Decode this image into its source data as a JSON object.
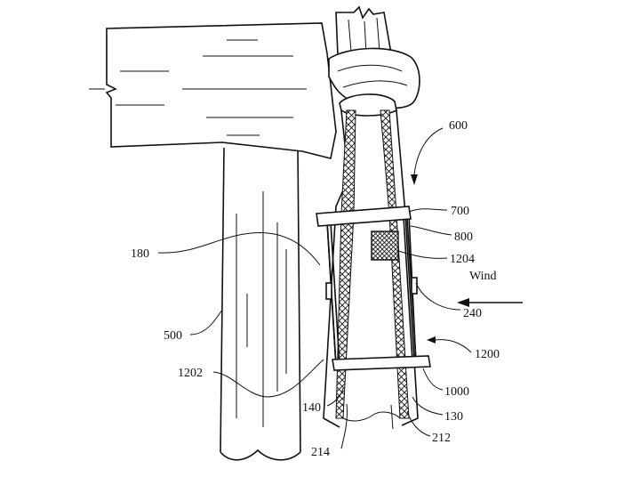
{
  "labels": {
    "l600": "600",
    "l700": "700",
    "l800": "800",
    "l1204": "1204",
    "lWind": "Wind",
    "l180": "180",
    "l240": "240",
    "l500": "500",
    "l1200": "1200",
    "l1202": "1202",
    "l1000": "1000",
    "l140": "140",
    "l130": "130",
    "l214": "214",
    "l212": "212"
  }
}
